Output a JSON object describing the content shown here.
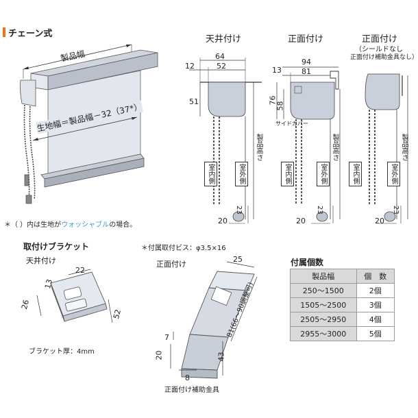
{
  "section_chain": {
    "title": "チェーン式"
  },
  "main_diagram": {
    "product_width": "製品幅",
    "fabric_width": "生地幅＝製品幅－32（37*）",
    "note_prefix": "＊（ ）内は生地が",
    "note_highlight": "ウォッシャブル",
    "note_suffix": "の場合。"
  },
  "ceiling_mount": {
    "title": "天井付け",
    "dim_64": "64",
    "dim_12": "12",
    "dim_52": "52",
    "dim_51": "51",
    "indoor": "室内側",
    "outdoor": "室外側",
    "height": "製品高さ",
    "dim_20": "20",
    "dim_23": "23"
  },
  "front_mount": {
    "title": "正面付け",
    "dim_94": "94",
    "dim_13": "13",
    "dim_81": "81",
    "dim_76": "76",
    "dim_58": "58",
    "side_cover": "サイドカバー",
    "indoor": "室内側",
    "outdoor": "室外側",
    "height": "製品高さ",
    "dim_20": "20",
    "dim_23": "23"
  },
  "front_mount_noshield": {
    "title": "正面付け",
    "sub1": "シールドなし",
    "sub2": "正面付け補助金具なし",
    "indoor": "室内側",
    "outdoor": "室外側",
    "height": "製品高さ",
    "dim_20": "20",
    "dim_23": "23"
  },
  "bracket": {
    "title": "取付けブラケット",
    "screw_note": "＊付属取付ビス：φ3.5×16",
    "ceiling_label": "天井付け",
    "c_dim_22": "22",
    "c_dim_13": "13",
    "c_dim_26": "26",
    "c_dim_52": "52",
    "thickness": "ブラケット厚：4mm",
    "front_label": "正面付け",
    "f_dim_25": "25",
    "f_dim_81": "81(66～90調整可)",
    "f_dim_7": "7",
    "f_dim_20": "20",
    "f_dim_8": "8",
    "f_dim_43": "43",
    "aux_label": "正面付け補助金具"
  },
  "count_table": {
    "title": "付属個数",
    "headers": [
      "製品幅",
      "個　数"
    ],
    "rows": [
      [
        "250～1500",
        "2個"
      ],
      [
        "1505～2500",
        "3個"
      ],
      [
        "2505～2950",
        "4個"
      ],
      [
        "2955～3000",
        "5個"
      ]
    ]
  }
}
